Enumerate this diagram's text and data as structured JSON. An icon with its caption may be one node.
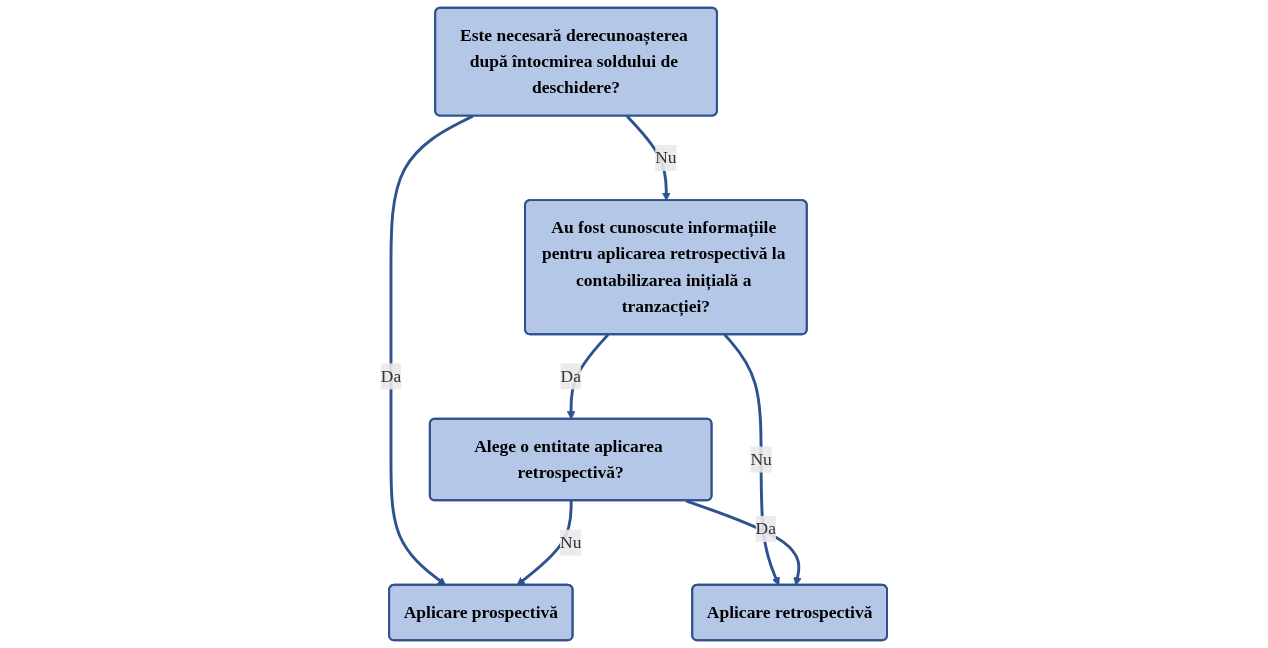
{
  "diagram": {
    "nodes": [
      {
        "text": [
          "Este necesară derecunoașterea după întocmirea soldului de deschidere?"
        ]
      },
      {
        "text": [
          "Aplicare prospectivă"
        ]
      },
      {
        "text": [
          "Au fost cunoscute informațiile pentru aplicarea retrospectivă la contabilizarea inițială a tranzacției?"
        ]
      },
      {
        "text": [
          "Aplicare retrospectivă"
        ]
      },
      {
        "text": [
          "Alege o entitate aplicarea retrospectivă?"
        ]
      }
    ],
    "edges": [
      {
        "from": 0,
        "to": 1,
        "arrow": "to",
        "label": "Da"
      },
      {
        "from": 0,
        "to": 2,
        "arrow": "to",
        "label": "Nu"
      },
      {
        "from": 2,
        "to": 3,
        "arrow": "to",
        "label": "Nu"
      },
      {
        "from": 2,
        "to": 4,
        "arrow": "to",
        "label": "Da"
      },
      {
        "from": 4,
        "to": 1,
        "arrow": "to",
        "label": "Nu"
      },
      {
        "from": 4,
        "to": 3,
        "arrow": "to",
        "label": "Da"
      }
    ]
  }
}
